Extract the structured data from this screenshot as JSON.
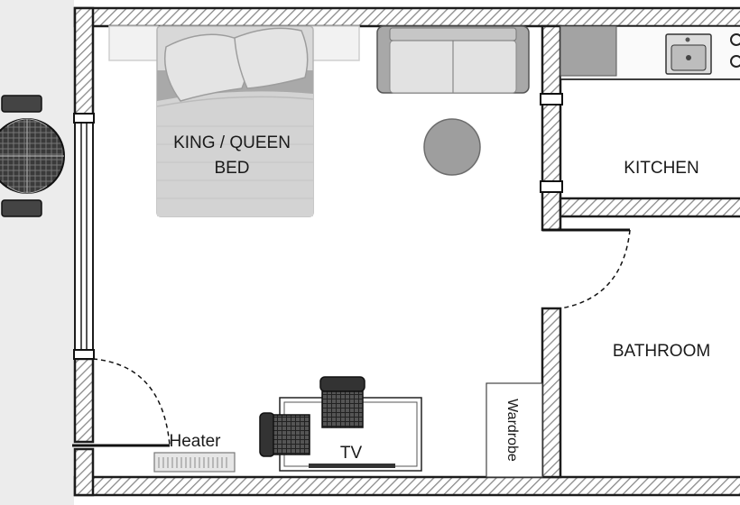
{
  "rooms": {
    "bed_line1": "KING / QUEEN",
    "bed_line2": "BED",
    "kitchen": "KITCHEN",
    "bathroom": "BATHROOM"
  },
  "fixtures": {
    "heater": "Heater",
    "tv": "TV",
    "wardrobe": "Wardrobe"
  }
}
